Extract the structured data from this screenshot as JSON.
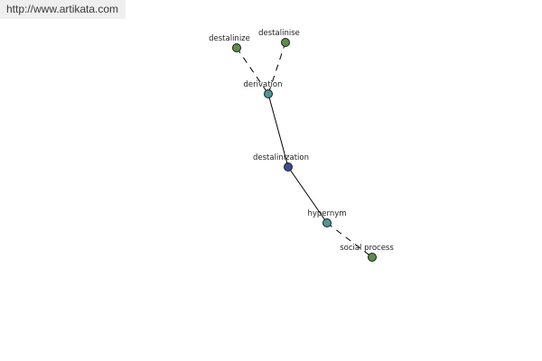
{
  "watermark": {
    "url": "http://www.artikata.com"
  },
  "graph": {
    "nodes": [
      {
        "id": "destalinize",
        "label": "destalinize",
        "color": "#5b8e4c"
      },
      {
        "id": "destalinise",
        "label": "destalinise",
        "color": "#5b8e4c"
      },
      {
        "id": "derivation",
        "label": "derivation",
        "color": "#4f9696"
      },
      {
        "id": "destalinization",
        "label": "destalinization",
        "color": "#3b4b97"
      },
      {
        "id": "hypernym",
        "label": "hypernym",
        "color": "#4f9696"
      },
      {
        "id": "social_process",
        "label": "social process",
        "color": "#5b8e4c"
      }
    ],
    "edges": [
      {
        "from": "destalinize",
        "to": "derivation",
        "style": "dashed"
      },
      {
        "from": "destalinise",
        "to": "derivation",
        "style": "dashed"
      },
      {
        "from": "derivation",
        "to": "destalinization",
        "style": "solid"
      },
      {
        "from": "destalinization",
        "to": "hypernym",
        "style": "solid"
      },
      {
        "from": "hypernym",
        "to": "social_process",
        "style": "dashed"
      }
    ]
  }
}
